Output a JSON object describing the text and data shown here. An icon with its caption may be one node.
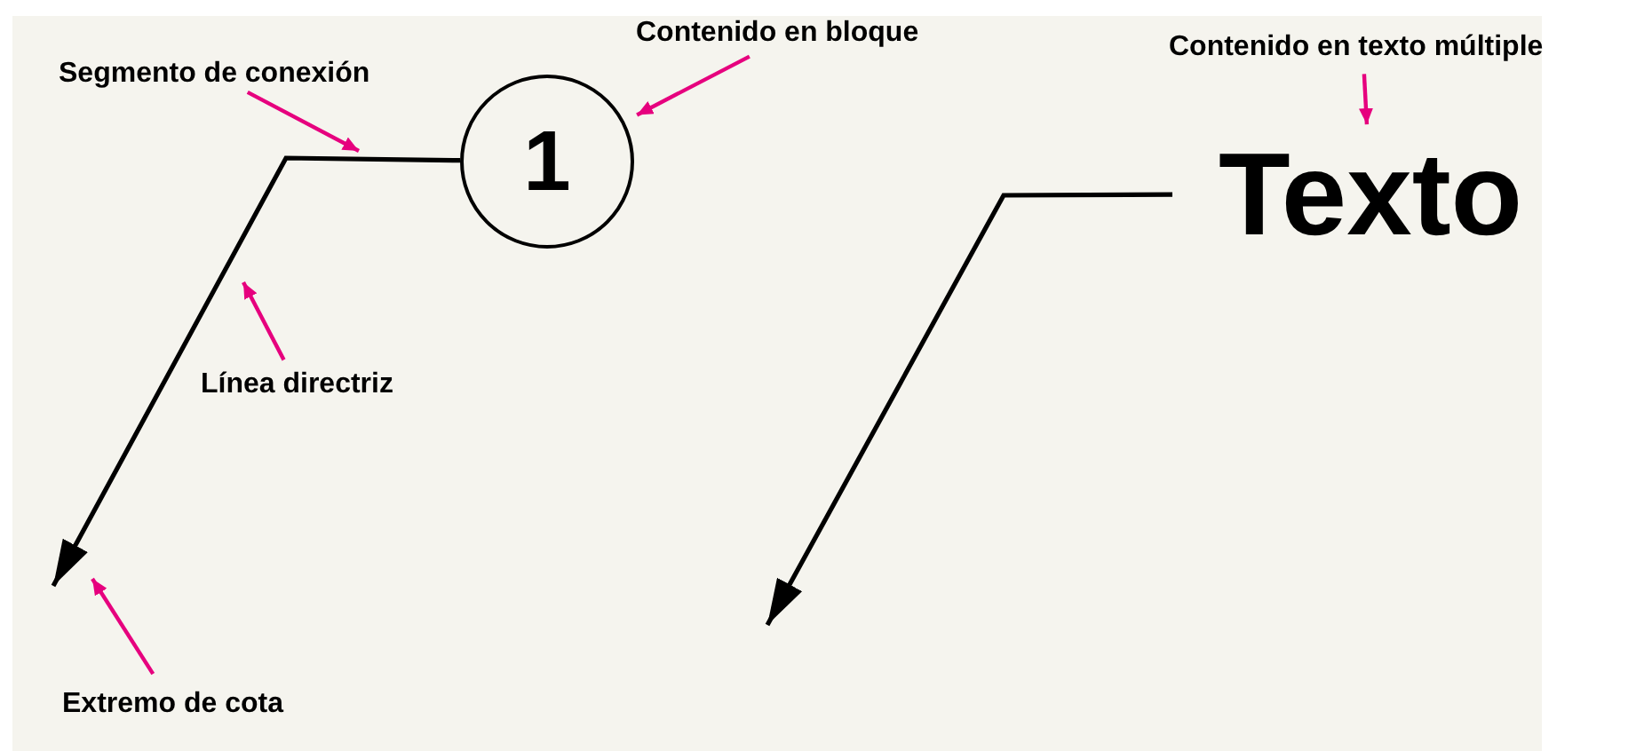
{
  "diagram": {
    "nodes": [
      {
        "text": [
          "Contenido en bloque"
        ]
      },
      {
        "text": [
          "1"
        ]
      },
      {
        "text": [
          "Contenido en texto múltiple"
        ]
      },
      {
        "text": [
          "Texto"
        ]
      },
      {
        "text": [
          "Segmento de conexión"
        ]
      },
      {
        "text": [
          "Línea directriz"
        ]
      },
      {
        "text": [
          "Extremo de cota"
        ]
      }
    ],
    "edges": [
      {
        "from": 1,
        "to": null,
        "arrow": "to",
        "color": "#000000"
      },
      {
        "from": 3,
        "to": null,
        "arrow": "to",
        "color": "#000000"
      },
      {
        "from": 0,
        "to": 1,
        "arrow": "to"
      },
      {
        "from": 2,
        "to": 3,
        "arrow": "to"
      },
      {
        "from": 4,
        "to": null,
        "arrow": "to"
      },
      {
        "from": 5,
        "to": null,
        "arrow": "to"
      },
      {
        "from": 6,
        "to": null,
        "arrow": "to"
      }
    ]
  }
}
